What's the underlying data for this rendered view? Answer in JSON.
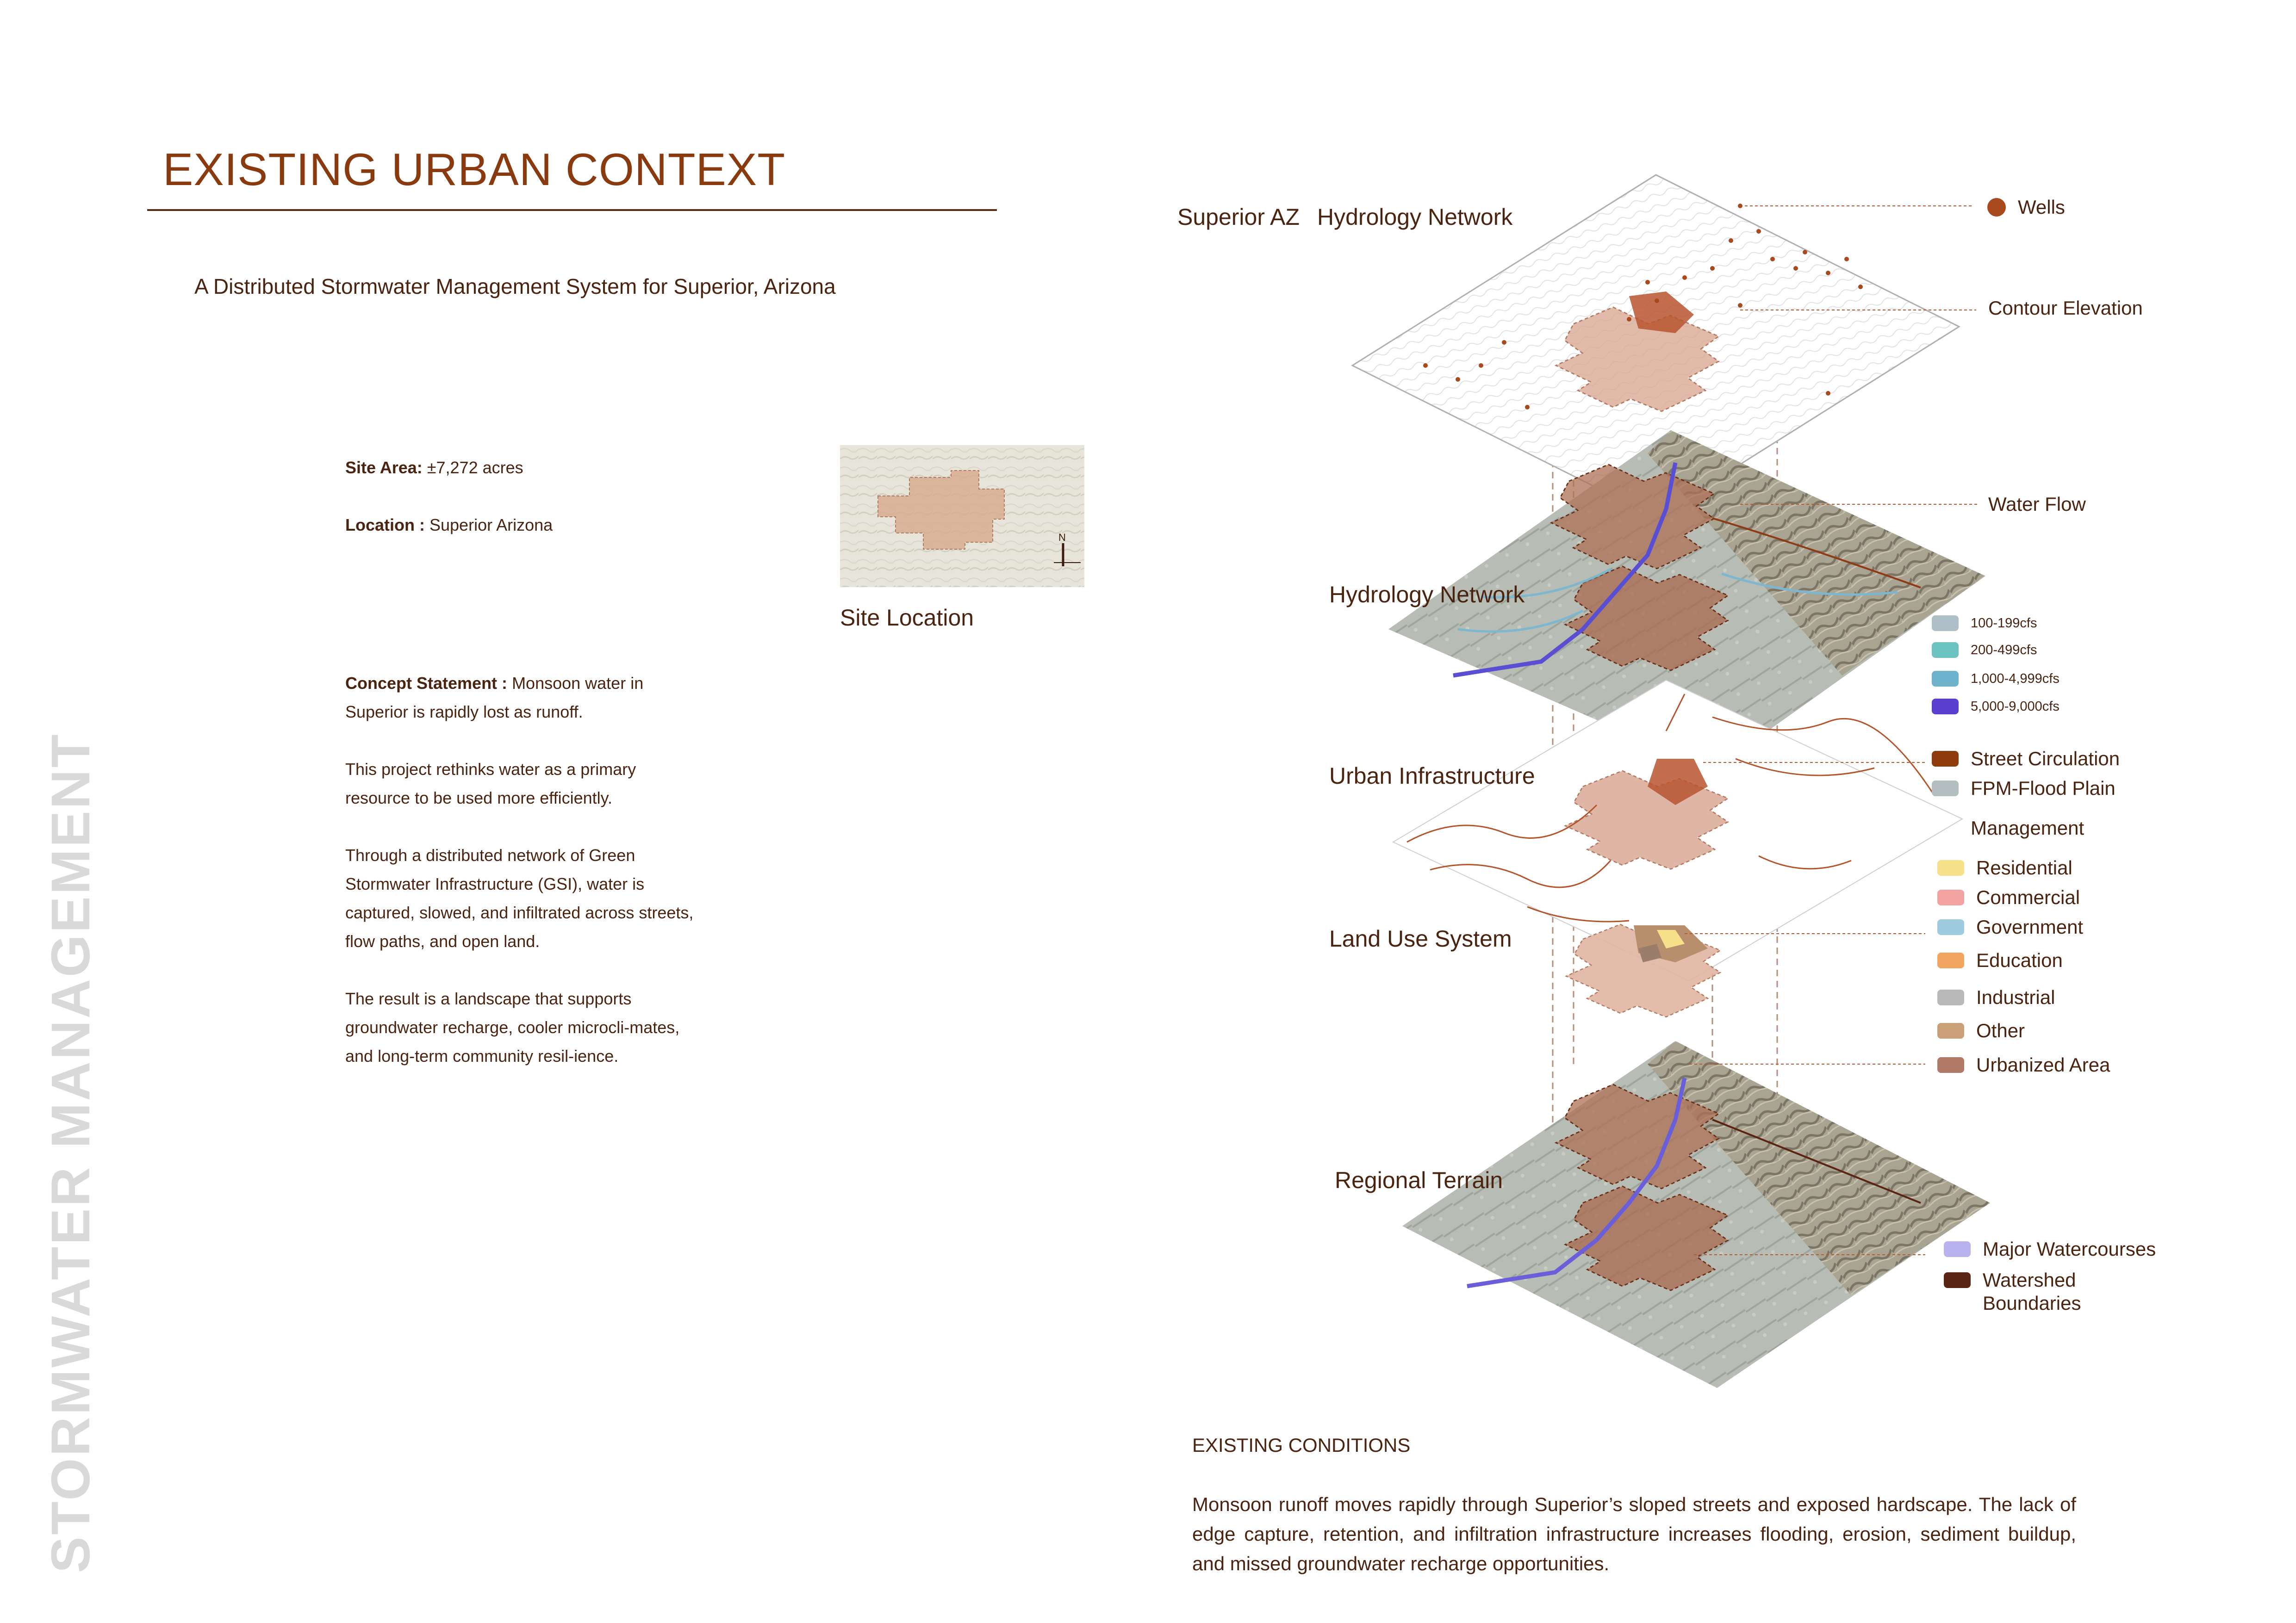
{
  "header": {
    "title": "EXISTING URBAN CONTEXT",
    "subtitle": "A Distributed Stormwater Management System for Superior, Arizona",
    "vertical_label": "STORMWATER MANAGEMENT"
  },
  "site_info": {
    "area_label": "Site Area:",
    "area_value": "±7,272 acres",
    "location_label": "Location :",
    "location_value": "Superior Arizona"
  },
  "site_location": {
    "caption": "Site Location",
    "north_label": "N"
  },
  "concept": {
    "label": "Concept Statement :",
    "intro": "Monsoon water in Superior is rapidly lost as runoff.",
    "p2": "This project rethinks water as a primary resource to be used more efficiently.",
    "p3": "Through a distributed network of Green Stormwater Infrastructure (GSI), water is captured, slowed, and infiltrated across streets,",
    "p3b": "flow paths, and open land.",
    "p4": "The result is a landscape that supports groundwater recharge, cooler microcli-mates, and long-term community resil-ience."
  },
  "diagram": {
    "header_left": "Superior AZ",
    "header_right": "Hydrology Network",
    "layers": {
      "hydrology": "Hydrology Network",
      "urban": "Urban Infrastructure",
      "land_use": "Land Use System",
      "terrain": "Regional Terrain"
    }
  },
  "legend": {
    "wells": "Wells",
    "contour": "Contour Elevation",
    "water_flow": "Water Flow",
    "flows": [
      {
        "label": "100-199cfs",
        "color": "#aebfc7"
      },
      {
        "label": "200-499cfs",
        "color": "#6cc3c1"
      },
      {
        "label": "1,000-4,999cfs",
        "color": "#6fb2cc"
      },
      {
        "label": "5,000-9,000cfs",
        "color": "#5b3fd0"
      }
    ],
    "street": {
      "label": "Street Circulation",
      "color": "#8f3d0c"
    },
    "flood": {
      "label": "FPM-Flood Plain",
      "color": "#b3bec0"
    },
    "management": "Management",
    "land_uses": [
      {
        "label": "Residential",
        "color": "#f7e08a"
      },
      {
        "label": "Commercial",
        "color": "#f2a2a0"
      },
      {
        "label": "Government",
        "color": "#9fcbe1"
      },
      {
        "label": "Education",
        "color": "#f2a55f"
      },
      {
        "label": "Industrial",
        "color": "#b9b9b9"
      },
      {
        "label": "Other",
        "color": "#c9a077"
      },
      {
        "label": "Urbanized Area",
        "color": "#b07a66"
      }
    ],
    "watercourses": {
      "label": "Major Watercourses",
      "color": "#b8b2ee"
    },
    "watershed": {
      "label": "Watershed",
      "label2": "Boundaries",
      "color": "#5a2412"
    }
  },
  "existing": {
    "heading": "EXISTING CONDITIONS",
    "body": "Monsoon runoff moves rapidly through Superior’s sloped streets and exposed hardscape. The lack of edge capture, retention, and infiltration infrastructure increases flooding, erosion, sediment buildup, and missed groundwater recharge opportunities."
  }
}
